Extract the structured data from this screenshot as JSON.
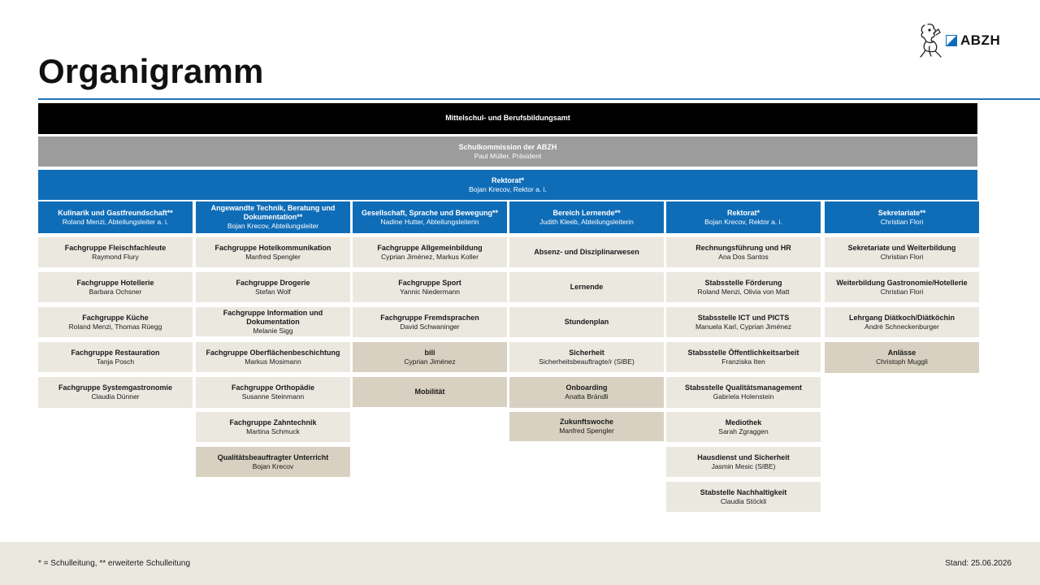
{
  "logo": {
    "text": "ABZH"
  },
  "title": "Organigramm",
  "bands": [
    {
      "title": "Mittelschul- und Berufsbildungsamt",
      "sub": ""
    },
    {
      "title": "Schulkommission der ABZH",
      "sub": "Paul Müller, Präsident"
    },
    {
      "title": "Rektorat*",
      "sub": "Bojan Krecov, Rektor a. i."
    }
  ],
  "columns": [
    {
      "header": {
        "title": "Kulinarik und Gastfreundschaft**",
        "sub": "Roland Menzi, Abteilungsleiter a. i."
      },
      "items": [
        {
          "title": "Fachgruppe Fleischfachleute",
          "sub": "Raymond Flury",
          "tone": "light"
        },
        {
          "title": "Fachgruppe Hotellerie",
          "sub": "Barbara Ochsner",
          "tone": "light"
        },
        {
          "title": "Fachgruppe Küche",
          "sub": "Roland Menzi, Thomas Rüegg",
          "tone": "light"
        },
        {
          "title": "Fachgruppe Restauration",
          "sub": "Tanja Posch",
          "tone": "light"
        },
        {
          "title": "Fachgruppe Systemgastronomie",
          "sub": "Claudia Dünner",
          "tone": "light"
        }
      ]
    },
    {
      "header": {
        "title": "Angewandte Technik, Beratung und Dokumentation**",
        "sub": "Bojan Krecov, Abteilungsleiter"
      },
      "items": [
        {
          "title": "Fachgruppe Hotelkommunikation",
          "sub": "Manfred Spengler",
          "tone": "light"
        },
        {
          "title": "Fachgruppe Drogerie",
          "sub": "Stefan Wolf",
          "tone": "light"
        },
        {
          "title": "Fachgruppe Information und Dokumentation",
          "sub": "Melanie Sigg",
          "tone": "light"
        },
        {
          "title": "Fachgruppe Oberflächenbeschichtung",
          "sub": "Markus Mosimann",
          "tone": "light"
        },
        {
          "title": "Fachgruppe Orthopädie",
          "sub": "Susanne Steinmann",
          "tone": "light"
        },
        {
          "title": "Fachgruppe Zahntechnik",
          "sub": "Martina Schmuck",
          "tone": "light"
        },
        {
          "title": "Qualitätsbeauftragter Unterricht",
          "sub": "Bojan Krecov",
          "tone": "dark"
        }
      ]
    },
    {
      "header": {
        "title": "Gesellschaft, Sprache und Bewegung**",
        "sub": "Nadine Hutter, Abteilungsleiterin"
      },
      "items": [
        {
          "title": "Fachgruppe Allgemeinbildung",
          "sub": "Cyprian Jiménez, Markus Koller",
          "tone": "light"
        },
        {
          "title": "Fachgruppe Sport",
          "sub": "Yannic Niedermann",
          "tone": "light"
        },
        {
          "title": "Fachgruppe Fremdsprachen",
          "sub": "David Schwaninger",
          "tone": "light"
        },
        {
          "title": "bili",
          "sub": "Cyprian Jiménez",
          "tone": "dark"
        },
        {
          "title": "Mobilität",
          "sub": "",
          "tone": "dark"
        }
      ]
    },
    {
      "header": {
        "title": "Bereich Lernende**",
        "sub": "Judith Kleeb, Abteilungsleiterin"
      },
      "items": [
        {
          "title": "Absenz- und Disziplinarwesen",
          "sub": "",
          "tone": "light"
        },
        {
          "title": "Lernende",
          "sub": "",
          "tone": "light"
        },
        {
          "title": "Stundenplan",
          "sub": "",
          "tone": "light"
        },
        {
          "title": "Sicherheit",
          "sub": "Sicherheitsbeauftragte/r (SIBE)",
          "tone": "light"
        },
        {
          "title": "Onboarding",
          "sub": "Anatta Brändli",
          "tone": "dark"
        },
        {
          "title": "Zukunftswoche",
          "sub": "Manfred Spengler",
          "tone": "dark"
        }
      ]
    },
    {
      "header": {
        "title": "Rektorat*",
        "sub": "Bojan Krecov, Rektor a. i."
      },
      "items": [
        {
          "title": "Rechnungsführung und HR",
          "sub": "Ana Dos Santos",
          "tone": "light"
        },
        {
          "title": "Stabsstelle Förderung",
          "sub": "Roland Menzi, Olivia von Matt",
          "tone": "light"
        },
        {
          "title": "Stabsstelle ICT und PICTS",
          "sub": "Manuela Karl, Cyprian Jiménez",
          "tone": "light"
        },
        {
          "title": "Stabsstelle Öffentlichkeitsarbeit",
          "sub": "Franziska Iten",
          "tone": "light"
        },
        {
          "title": "Stabsstelle Qualitätsmanagement",
          "sub": "Gabriela Holenstein",
          "tone": "light"
        },
        {
          "title": "Mediothek",
          "sub": "Sarah Zgraggen",
          "tone": "light"
        },
        {
          "title": "Hausdienst und Sicherheit",
          "sub": "Jasmin Mesic (SIBE)",
          "tone": "light"
        },
        {
          "title": "Stabstelle Nachhaltigkeit",
          "sub": "Claudia Stöckli",
          "tone": "light"
        }
      ]
    },
    {
      "header": {
        "title": "Sekretariate**",
        "sub": "Christian Flori"
      },
      "items": [
        {
          "title": "Sekretariate und Weiterbildung",
          "sub": "Christian Flori",
          "tone": "light"
        },
        {
          "title": "Weiterbildung Gastronomie/Hotellerie",
          "sub": "Christian Flori",
          "tone": "light"
        },
        {
          "title": "Lehrgang Diätkoch/Diätköchin",
          "sub": "André Schneckenburger",
          "tone": "light"
        },
        {
          "title": "Anlässe",
          "sub": "Christoph Muggli",
          "tone": "dark"
        }
      ]
    }
  ],
  "footer": {
    "legend": "* = Schulleitung, ** erweiterte Schulleitung",
    "date": "Stand: 25.06.2026"
  }
}
